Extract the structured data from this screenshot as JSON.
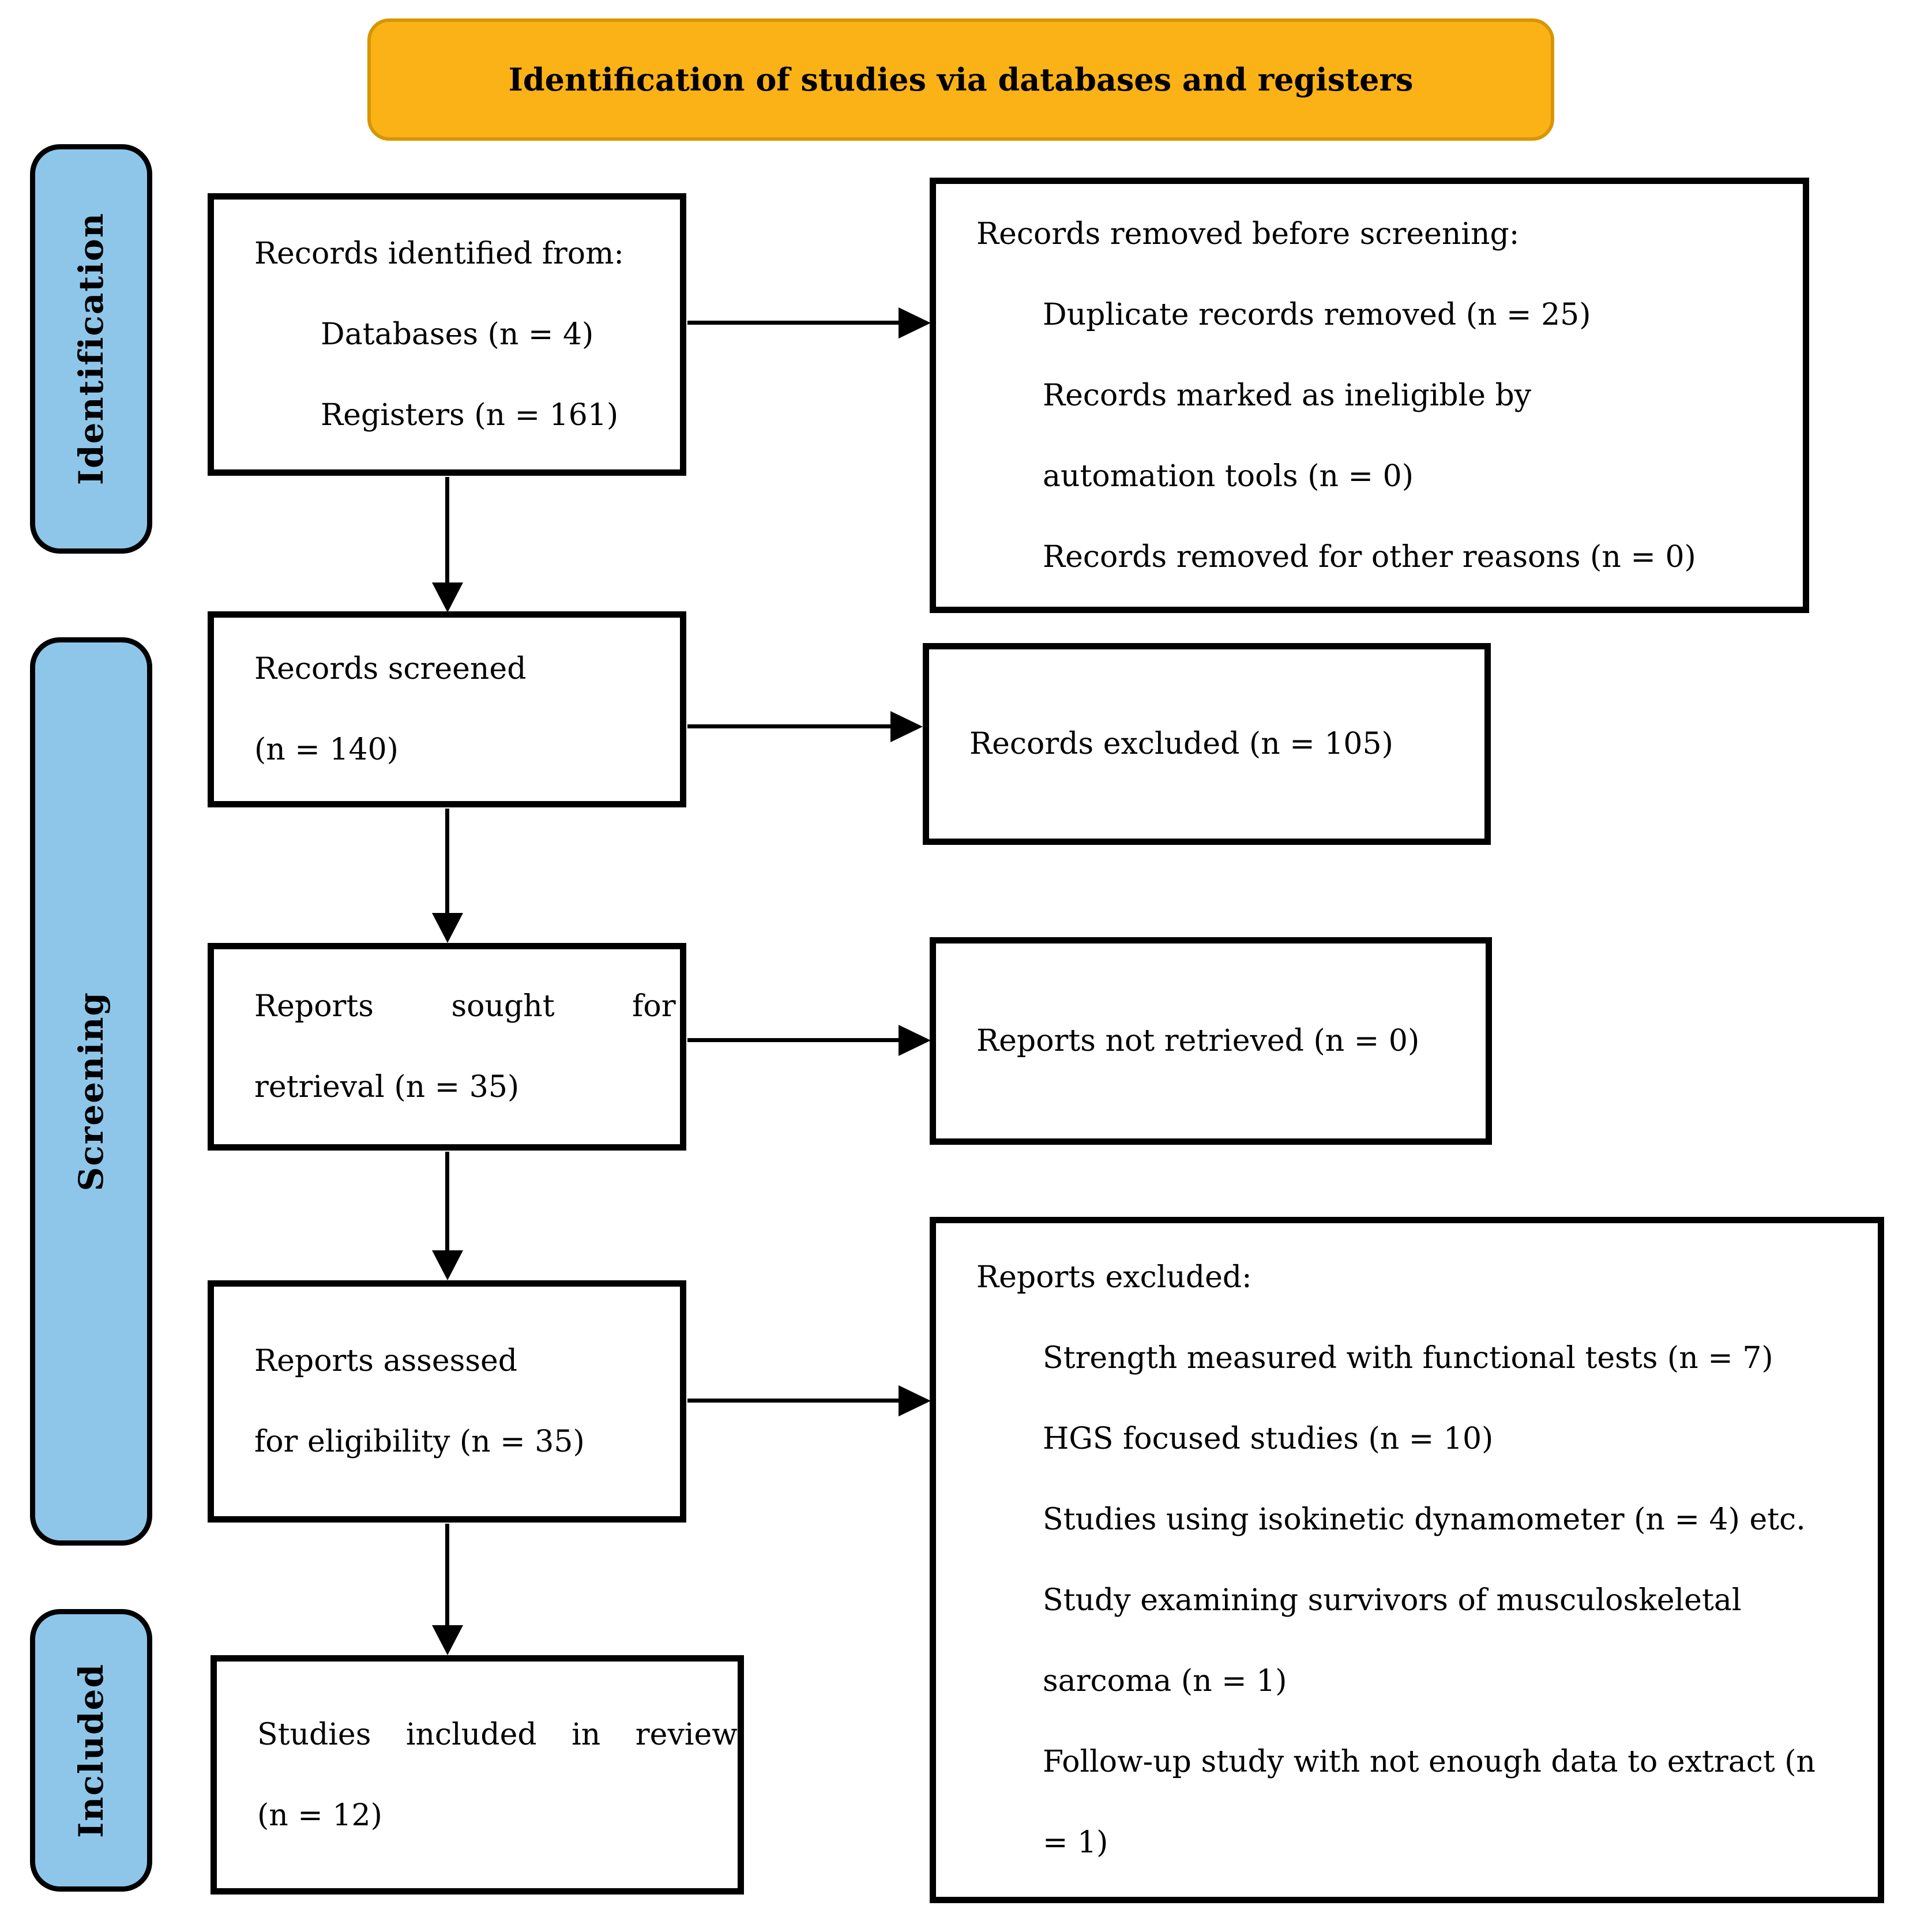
{
  "banner": {
    "title": "Identification of studies via databases and registers"
  },
  "sidebar": {
    "identification": "Identification",
    "screening": "Screening",
    "included": "Included"
  },
  "boxes": {
    "records_identified": {
      "lines": [
        "Records identified from:",
        "Databases (n = 4)",
        "Registers (n = 161)"
      ]
    },
    "records_removed": {
      "lines": [
        "Records removed before screening:",
        "Duplicate records removed (n = 25)",
        "Records marked as ineligible by",
        "automation tools (n = 0)",
        "Records removed for other reasons (n = 0)"
      ]
    },
    "records_screened": {
      "lines": [
        "Records screened",
        "(n = 140)"
      ]
    },
    "records_excluded": {
      "lines": [
        "Records excluded (n = 105)"
      ]
    },
    "reports_sought": {
      "lines": [
        "Reports sought for",
        "retrieval (n = 35)"
      ]
    },
    "reports_not_retrieved": {
      "lines": [
        "Reports not retrieved (n = 0)"
      ]
    },
    "reports_assessed": {
      "lines": [
        "Reports assessed",
        "for eligibility (n = 35)"
      ]
    },
    "reports_excluded": {
      "lines": [
        "Reports excluded:",
        "Strength measured with functional tests (n = 7)",
        "HGS focused studies (n = 10)",
        "Studies using isokinetic dynamometer (n = 4) etc.",
        "Study examining survivors of musculoskeletal",
        "sarcoma (n = 1)",
        "Follow-up study with not enough data to extract (n",
        "= 1)"
      ]
    },
    "studies_included": {
      "lines": [
        "Studies included in review",
        "(n = 12)"
      ]
    }
  },
  "colors": {
    "banner_fill": "#FBB216",
    "banner_border": "#D79600",
    "sidebar_fill": "#8EC6E9",
    "box_border": "#000000",
    "arrow": "#000000",
    "background": "#FFFFFF",
    "text": "#000000"
  }
}
